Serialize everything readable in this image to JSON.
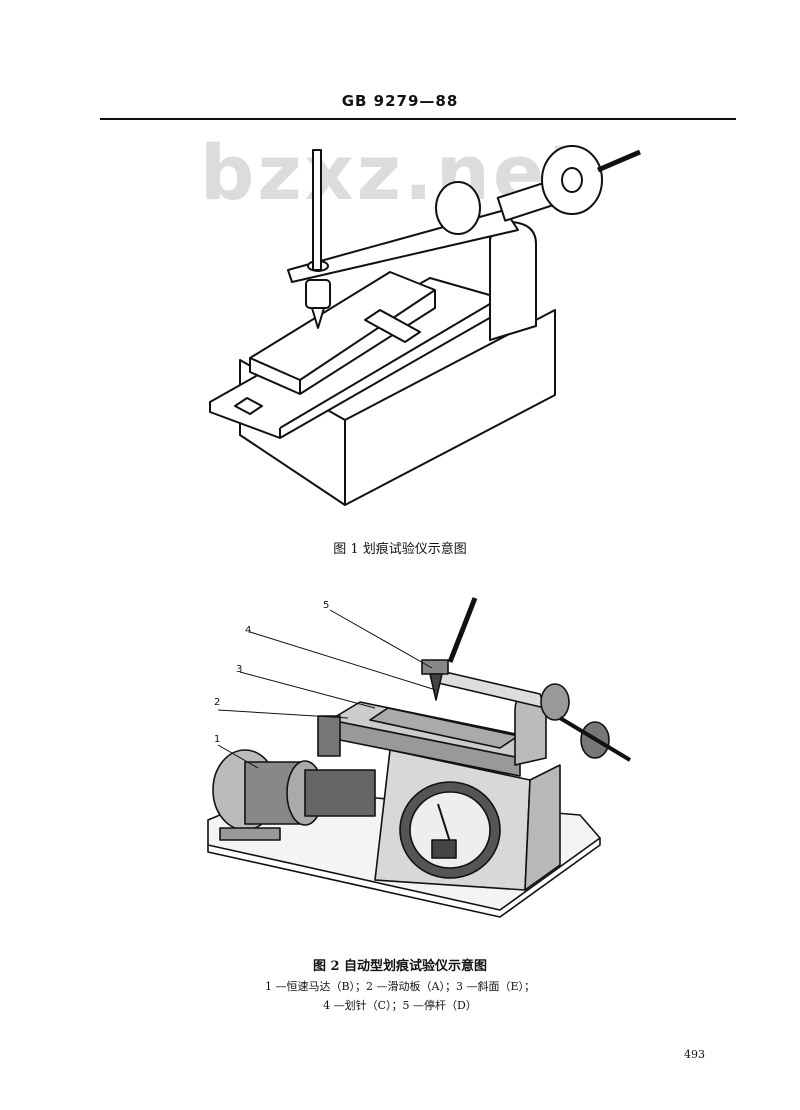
{
  "header": {
    "standard_code": "GB 9279—88"
  },
  "watermark": {
    "text": "bzxz.net"
  },
  "figure1": {
    "caption": "图 1   划痕试验仪示意图"
  },
  "figure2": {
    "caption": "图 2   自动型划痕试验仪示意图",
    "callouts": [
      "1",
      "2",
      "3",
      "4",
      "5"
    ],
    "legend_line1": "1 —恒速马达（B）；2 —滑动板（A）；3 —斜面（E）；",
    "legend_line2": "4 —划针（C）；5 —停杆（D）"
  },
  "page_number": "493"
}
